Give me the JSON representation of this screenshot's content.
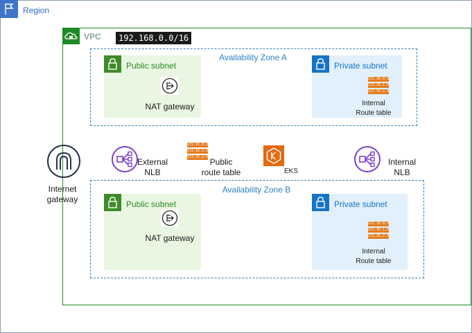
{
  "region": {
    "label": "Region",
    "icon": "flag-icon"
  },
  "vpc": {
    "label": "VPC",
    "cidr": "192.168.0.0/16",
    "icon": "cloud-lock-icon"
  },
  "zones": [
    {
      "label": "Availability Zone A",
      "public_subnet": {
        "label": "Public subnet",
        "nat_label": "NAT gateway"
      },
      "private_subnet": {
        "label": "Private subnet",
        "route_table_label": "Internal\nRoute table",
        "route_rows": [
          "172.16.0.0",
          "172.16.1.0",
          "172.16.2.0"
        ]
      }
    },
    {
      "label": "Availability Zone B",
      "public_subnet": {
        "label": "Public subnet",
        "nat_label": "NAT gateway"
      },
      "private_subnet": {
        "label": "Private subnet",
        "route_table_label": "Internal\nRoute table",
        "route_rows": [
          "172.16.0.0",
          "172.16.1.0",
          "172.16.2.0"
        ]
      }
    }
  ],
  "internet_gateway": {
    "label": "Internet\ngateway"
  },
  "external_nlb": {
    "label": "External\nNLB"
  },
  "internal_nlb": {
    "label": "Internal\nNLB"
  },
  "public_route_table": {
    "label": "Public\nroute table",
    "route_rows": [
      "172.15.0.0",
      "172.16.1.0",
      "172.16.2.0"
    ]
  },
  "eks": {
    "label": "EKS"
  },
  "colors": {
    "vpc_border": "#1f8b24",
    "region_icon": "#3f75c9",
    "az_border": "#2f7fb8",
    "public_subnet_bg": "#e9f6e2",
    "private_subnet_bg": "#e1f0fa",
    "nlb_purple": "#7a3fd0",
    "eks_orange": "#e26a12",
    "route_table_orange": "#e57c1e"
  }
}
